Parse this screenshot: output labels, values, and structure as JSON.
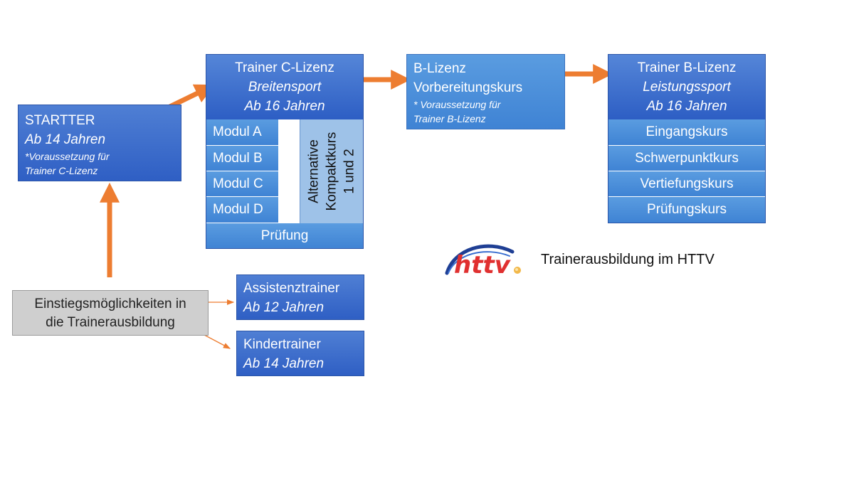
{
  "starter": {
    "title": "STARTTER",
    "age": "Ab 14 Jahren",
    "note_line1": "*Voraussetzung für",
    "note_line2": "Trainer C-Lizenz"
  },
  "c_license": {
    "title": "Trainer C-Lizenz",
    "subtitle": "Breitensport",
    "age": "Ab 16 Jahren",
    "modules": [
      "Modul A",
      "Modul B",
      "Modul C",
      "Modul D"
    ],
    "alternative_line1": "Alternative",
    "alternative_line2": "Kompaktkurs",
    "alternative_line3": "1 und 2",
    "exam": "Prüfung"
  },
  "b_prep": {
    "title_line1": "B-Lizenz",
    "title_line2": "Vorbereitungskurs",
    "note_line1": "* Voraussetzung für",
    "note_line2": "Trainer B-Lizenz"
  },
  "b_license": {
    "title": "Trainer B-Lizenz",
    "subtitle": "Leistungssport",
    "age": "Ab 16 Jahren",
    "courses": [
      "Eingangskurs",
      "Schwerpunktkurs",
      "Vertiefungskurs",
      "Prüfungskurs"
    ]
  },
  "entry": {
    "line1": "Einstiegsmöglichkeiten in",
    "line2": "die Trainerausbildung"
  },
  "assistant": {
    "title": "Assistenztrainer",
    "age": "Ab 12 Jahren"
  },
  "kids": {
    "title": "Kindertrainer",
    "age": "Ab 14 Jahren"
  },
  "logo": {
    "letters": "httv",
    "caption": "Trainerausbildung im HTTV"
  },
  "colors": {
    "box_blue": "#2f5fc4",
    "cell_blue": "#4a8fd8",
    "arrow_orange": "#ed7d31",
    "gray_box": "#cfcfcf"
  }
}
